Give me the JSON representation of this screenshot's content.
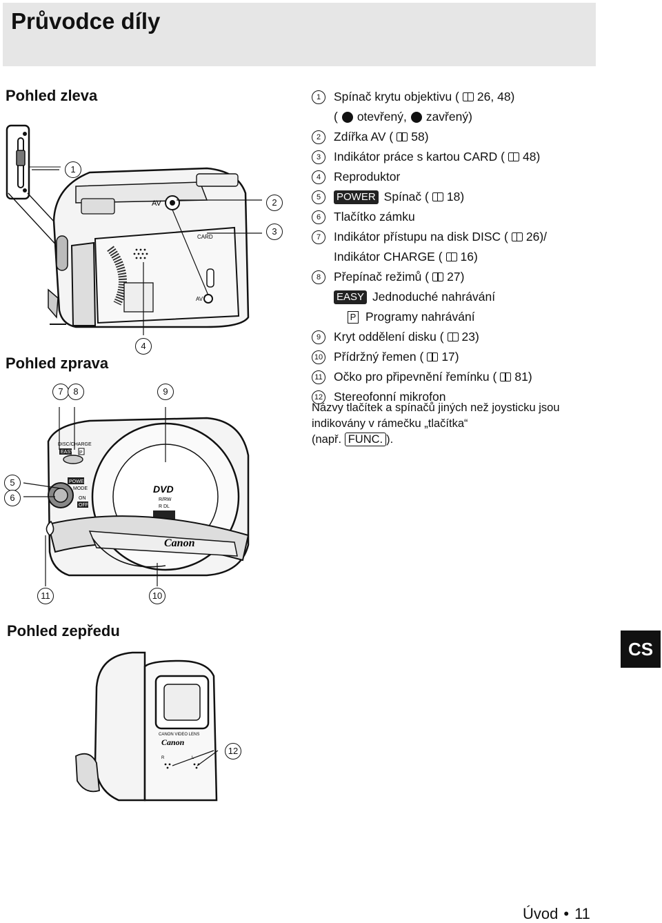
{
  "header": {
    "title": "Průvodce díly"
  },
  "sections": {
    "left": "Pohled zleva",
    "right": "Pohled zprava",
    "front": "Pohled zepředu"
  },
  "figure_labels": {
    "av": "AV",
    "card": "CARD",
    "disc_charge": "DISC/CHARGE",
    "easy": "EASY",
    "p": "P",
    "power": "POWER",
    "mode": "MODE",
    "on": "ON",
    "off": "OFF",
    "dvd": "DVD",
    "rw": "R/RW",
    "rdl": "R DL",
    "canon": "Canon",
    "lens": "CANON VIDEO LENS",
    "mic_r": "R",
    "mic_l": "L"
  },
  "callouts": {
    "c1": "1",
    "c2": "2",
    "c3": "3",
    "c4": "4",
    "c5": "5",
    "c6": "6",
    "c7": "7",
    "c8": "8",
    "c9": "9",
    "c10": "10",
    "c11": "11",
    "c12": "12"
  },
  "parts": [
    {
      "n": "1",
      "text": "Spínač krytu objektivu (",
      "ref": "26, 48)"
    },
    {
      "open": "otevřený,",
      "closed": "zavřený)"
    },
    {
      "n": "2",
      "text": "Zdířka AV (",
      "ref": "58)"
    },
    {
      "n": "3",
      "text": "Indikátor práce s kartou CARD (",
      "ref": "48)"
    },
    {
      "n": "4",
      "text": "Reproduktor"
    },
    {
      "n": "5",
      "tag": "POWER",
      "text": "Spínač (",
      "ref": "18)"
    },
    {
      "n": "6",
      "text": "Tlačítko zámku"
    },
    {
      "n": "7",
      "text": "Indikátor přístupu na disk DISC (",
      "ref": "26)/"
    },
    {
      "text": "Indikátor CHARGE (",
      "ref": "16)"
    },
    {
      "n": "8",
      "text": "Přepínač režimů (",
      "ref": "27)"
    },
    {
      "tag": "EASY",
      "text": "Jednoduché nahrávání"
    },
    {
      "tag": "P",
      "text": "Programy nahrávání"
    },
    {
      "n": "9",
      "text": "Kryt oddělení disku (",
      "ref": "23)"
    },
    {
      "n": "10",
      "text": "Přídržný řemen (",
      "ref": "17)"
    },
    {
      "n": "11",
      "text": "Očko pro připevnění řemínku (",
      "ref": "81)"
    },
    {
      "n": "12",
      "text": "Stereofonní mikrofon"
    }
  ],
  "note": {
    "line1": "Názvy tlačítek a spínačů jiných než joysticku jsou",
    "line2": "indikovány v rámečku „tlačítka“",
    "line3_pre": "(např.",
    "func": "FUNC.",
    "line3_post": ")."
  },
  "lang_tab": "CS",
  "footer": {
    "section": "Úvod",
    "page": "11"
  }
}
